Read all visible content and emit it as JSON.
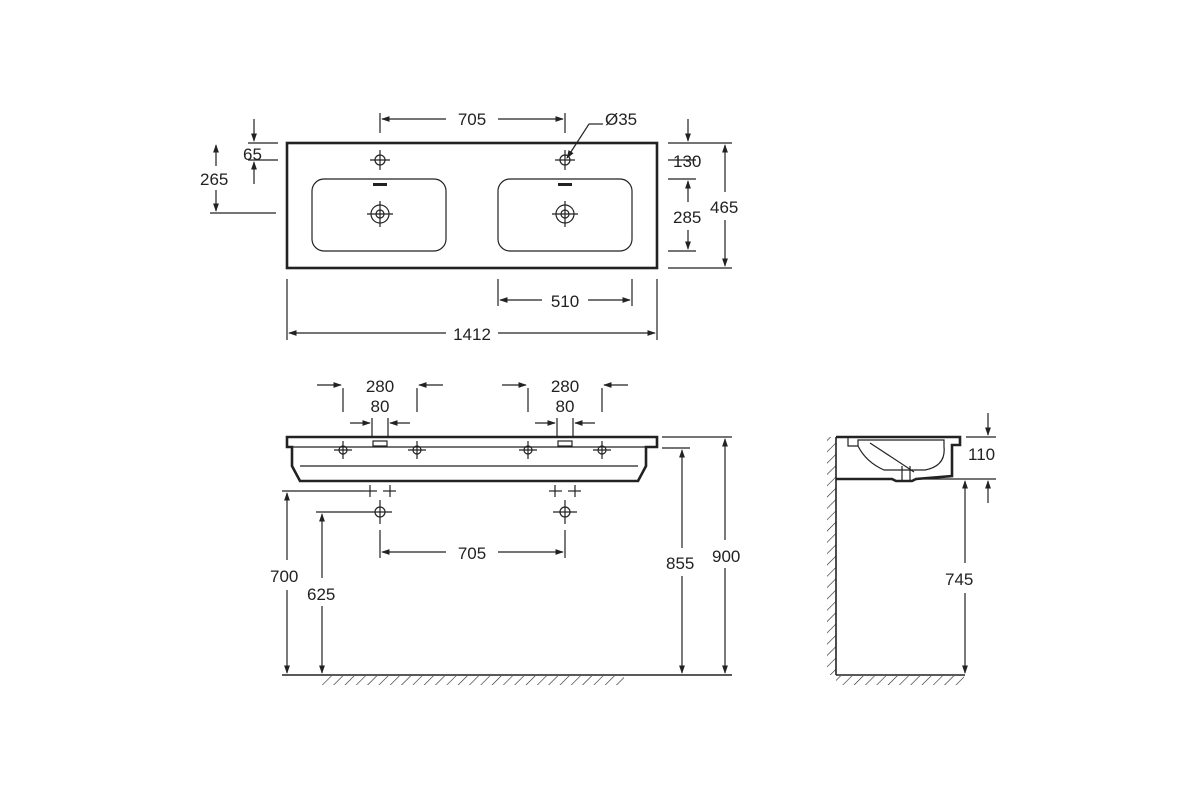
{
  "top_view": {
    "faucet_spacing": "705",
    "hole_diameter": "Ø35",
    "edge_to_faucet": "65",
    "edge_to_drain": "265",
    "back_to_faucet": "130",
    "bowl_depth": "285",
    "total_depth": "465",
    "bowl_width": "510",
    "total_width": "1412"
  },
  "front_view": {
    "left_pipe_spacing": "280",
    "left_valve_spacing": "80",
    "right_pipe_spacing": "280",
    "right_valve_spacing": "80",
    "drain_spacing": "705",
    "water_supply_height": "700",
    "drain_height": "625",
    "underside_height": "855",
    "top_height": "900"
  },
  "side_view": {
    "basin_thickness": "110",
    "underside_height": "745"
  },
  "colors": {
    "line": "#222222",
    "background": "#ffffff"
  }
}
